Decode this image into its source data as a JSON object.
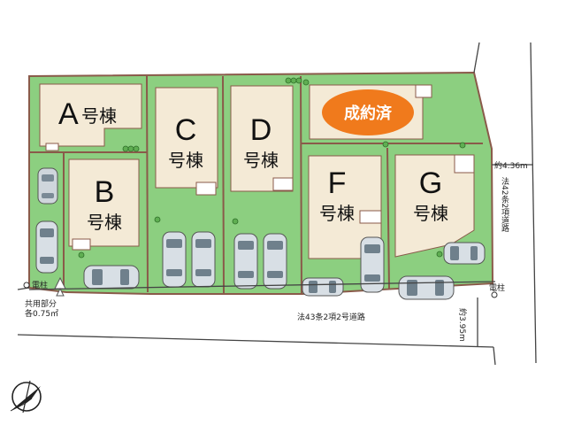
{
  "colors": {
    "lot_green": "#8ccf80",
    "building": "#f4ead6",
    "boundary": "#8a5a4a",
    "sold_badge": "#f07a1c",
    "road_line": "#444444"
  },
  "lots": [
    {
      "id": "A",
      "letter": "A",
      "suffix": "号棟"
    },
    {
      "id": "B",
      "letter": "B",
      "suffix": "号棟"
    },
    {
      "id": "C",
      "letter": "C",
      "suffix": "号棟"
    },
    {
      "id": "D",
      "letter": "D",
      "suffix": "号棟"
    },
    {
      "id": "F",
      "letter": "F",
      "suffix": "号棟"
    },
    {
      "id": "G",
      "letter": "G",
      "suffix": "号棟"
    }
  ],
  "sold_badge": {
    "label": "成約済"
  },
  "annotations": {
    "utility_pole_left": "電柱",
    "utility_pole_right": "電柱",
    "shared_area_line1": "共用部分",
    "shared_area_line2": "各0.75㎡",
    "south_road": "法43条2項2号道路",
    "east_road": "法42条2項道路",
    "east_road_width": "約4.36m",
    "south_road_width": "約3.95m"
  },
  "compass": {
    "icon": "north-arrow-icon"
  }
}
